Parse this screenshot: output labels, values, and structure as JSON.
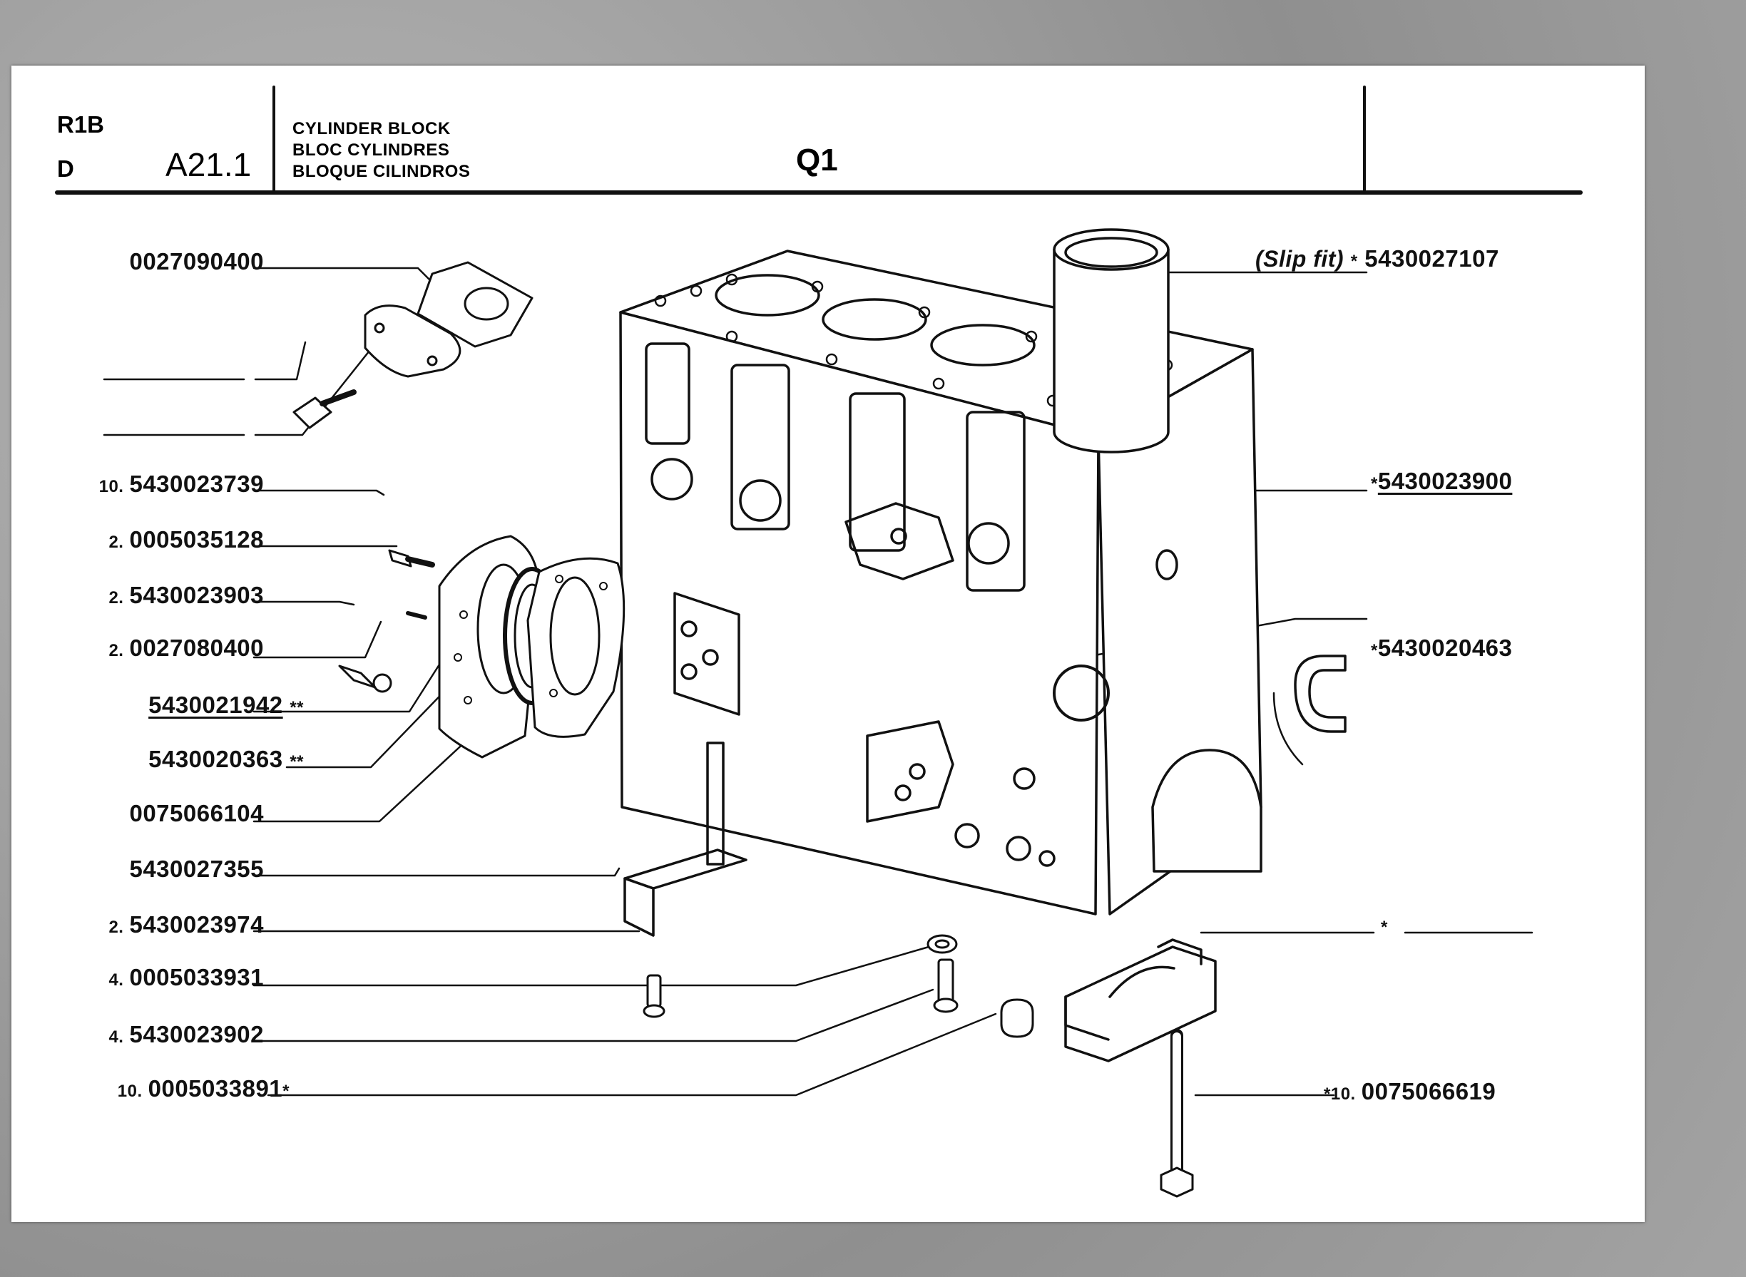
{
  "header": {
    "code_top": "R1B",
    "code_bottom": "D",
    "page_number": "A21.1",
    "title_en": "CYLINDER BLOCK",
    "title_fr": "BLOC CYLINDRES",
    "title_es": "BLOQUE CILINDROS",
    "group": "Q1"
  },
  "parts_left": [
    {
      "qty": "",
      "number": "0027090400",
      "mark": ""
    },
    {
      "qty": "10.",
      "number": "5430023739",
      "mark": ""
    },
    {
      "qty": "2.",
      "number": "0005035128",
      "mark": ""
    },
    {
      "qty": "2.",
      "number": "5430023903",
      "mark": ""
    },
    {
      "qty": "2.",
      "number": "0027080400",
      "mark": ""
    },
    {
      "qty": "",
      "number": "5430021942",
      "mark": "**"
    },
    {
      "qty": "",
      "number": "5430020363",
      "mark": "**"
    },
    {
      "qty": "",
      "number": "0075066104",
      "mark": ""
    },
    {
      "qty": "",
      "number": "5430027355",
      "mark": ""
    },
    {
      "qty": "2.",
      "number": "5430023974",
      "mark": ""
    },
    {
      "qty": "4.",
      "number": "0005033931",
      "mark": ""
    },
    {
      "qty": "4.",
      "number": "5430023902",
      "mark": ""
    },
    {
      "qty": "10.",
      "number": "0005033891",
      "mark": "*"
    }
  ],
  "parts_right": [
    {
      "note": "(Slip fit)",
      "mark": "*",
      "qty": "",
      "number": "5430027107"
    },
    {
      "note": "",
      "mark": "*",
      "qty": "",
      "number": "5430023900"
    },
    {
      "note": "",
      "mark": "*",
      "qty": "",
      "number": "5430020463"
    },
    {
      "note": "",
      "mark": "*",
      "qty": "",
      "number": ""
    },
    {
      "note": "",
      "mark": "*",
      "qty": "10.",
      "number": "0075066619"
    }
  ]
}
